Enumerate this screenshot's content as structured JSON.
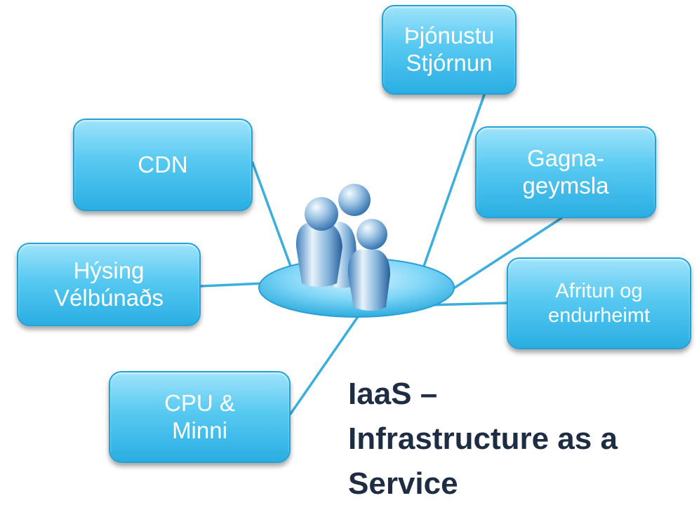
{
  "nodes": {
    "thjonustu": "Þjónustu\nStjórnun",
    "cdn": "CDN",
    "gagna": "Gagna-\ngeymsla",
    "hysing": "Hýsing\nVélbúnaðs",
    "afritun": "Afritun og\nendurheimt",
    "cpu": "CPU &\nMinni"
  },
  "caption": {
    "line1": "IaaS –",
    "line2": "Infrastructure as a",
    "line3": "Service"
  },
  "colors": {
    "box_top": "#9fe3fb",
    "box_bottom": "#2aaee3",
    "connector": "#3aaedd",
    "caption": "#1f2d44",
    "people_accent": "#2f8fd0"
  },
  "icons": {
    "center": "user-group-icon"
  }
}
